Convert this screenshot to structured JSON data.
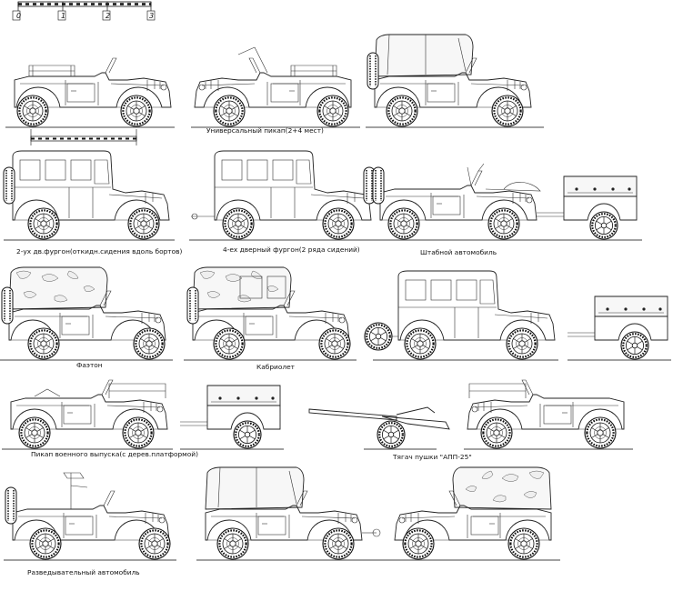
{
  "scale_bar": {
    "ticks": [
      "0",
      "1",
      "2",
      "3"
    ]
  },
  "captions": {
    "universal_pickup": "Универсальный пикап(2+4 мест)",
    "van_2door": "2-ух дв.фургон(откидн.сидения вдоль бортов)",
    "van_4door": "4-ех дверный фургон(2 ряда сидений)",
    "staff_car": "Штабной автомобиль",
    "phaeton": "Фаэтон",
    "cabriolet": "Кабриолет",
    "military_pickup": "Пикап военного выпуска(с дерев.платформой)",
    "gun_tractor": "Тягач пушки \"АПП-25\"",
    "recon_car": "Разведывательный автомобиль"
  },
  "colors": {
    "line": "#222222",
    "paper": "#ffffff",
    "canvas_fill": "#f7f7f7"
  }
}
